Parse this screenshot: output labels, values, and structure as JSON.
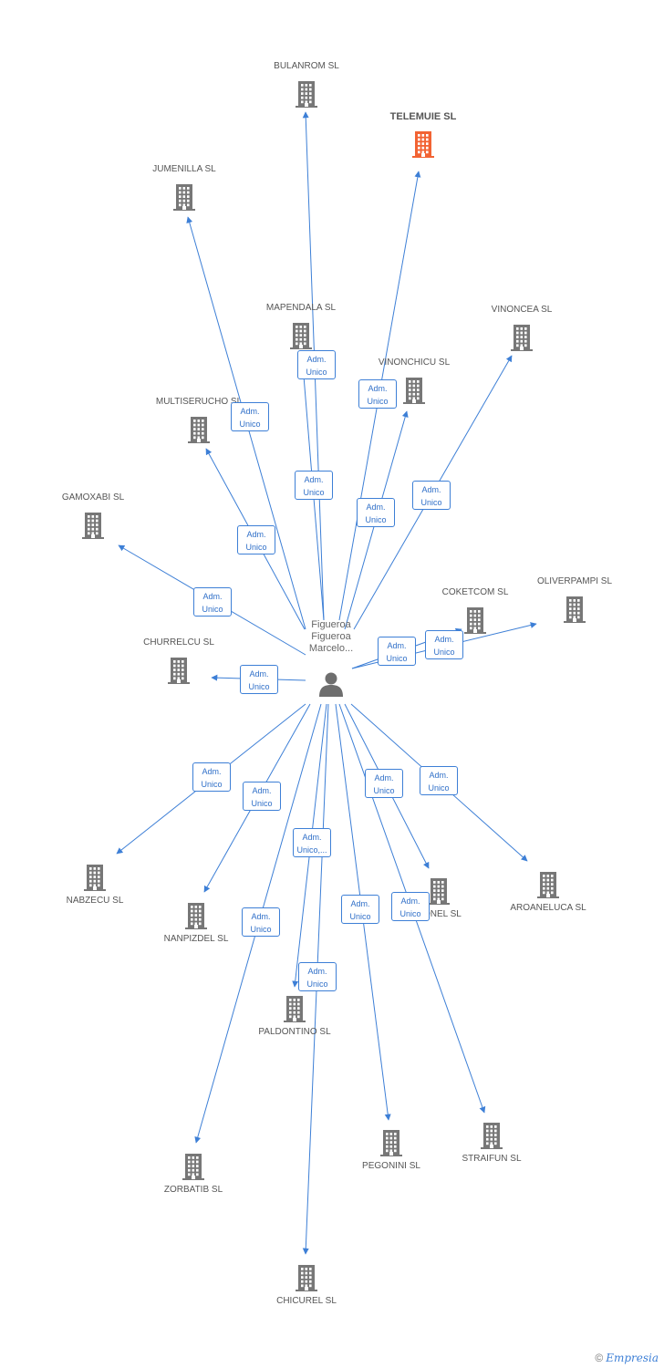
{
  "center": {
    "name_lines": [
      "Figueroa",
      "Figueroa",
      "Marcelo..."
    ],
    "icon": "person-icon"
  },
  "colors": {
    "edge": "#3d7fd6",
    "building": "#777777",
    "highlight": "#f26333"
  },
  "companies": [
    {
      "id": "bulanrom",
      "name": "BULANROM SL",
      "label_pos": "above"
    },
    {
      "id": "telemuie",
      "name": "TELEMUIE SL",
      "label_pos": "above",
      "highlight": true
    },
    {
      "id": "jumenilla",
      "name": "JUMENILLA SL",
      "label_pos": "above"
    },
    {
      "id": "mapendala",
      "name": "MAPENDALA SL",
      "label_pos": "above"
    },
    {
      "id": "vinoncea",
      "name": "VINONCEA SL",
      "label_pos": "above"
    },
    {
      "id": "vinonchicu",
      "name": "VINONCHICU SL",
      "label_pos": "above"
    },
    {
      "id": "multiserucho",
      "name": "MULTISERUCHO SL",
      "label_pos": "above"
    },
    {
      "id": "gamoxabi",
      "name": "GAMOXABI SL",
      "label_pos": "above"
    },
    {
      "id": "coketcom",
      "name": "COKETCOM SL",
      "label_pos": "above"
    },
    {
      "id": "oliverpampi",
      "name": "OLIVERPAMPI SL",
      "label_pos": "above"
    },
    {
      "id": "churrelcu",
      "name": "CHURRELCU SL",
      "label_pos": "above"
    },
    {
      "id": "nabzecu",
      "name": "NABZECU SL",
      "label_pos": "below"
    },
    {
      "id": "nanpizdel",
      "name": "NANPIZDEL SL",
      "label_pos": "below"
    },
    {
      "id": "gonel",
      "name": "GONEL SL",
      "label_pos": "below"
    },
    {
      "id": "aroaneluca",
      "name": "AROANELUCA SL",
      "label_pos": "below"
    },
    {
      "id": "paldontino",
      "name": "PALDONTINO SL",
      "label_pos": "below"
    },
    {
      "id": "pegonini",
      "name": "PEGONINI SL",
      "label_pos": "below"
    },
    {
      "id": "straifun",
      "name": "STRAIFUN SL",
      "label_pos": "below"
    },
    {
      "id": "zorbatib",
      "name": "ZORBATIB SL",
      "label_pos": "below"
    },
    {
      "id": "chicurel",
      "name": "CHICUREL SL",
      "label_pos": "below"
    }
  ],
  "relations": [
    {
      "target": "bulanrom",
      "label": [
        "Adm.",
        "Unico"
      ]
    },
    {
      "target": "telemuie",
      "label": [
        "Adm.",
        "Unico"
      ]
    },
    {
      "target": "jumenilla",
      "label": [
        "Adm.",
        "Unico"
      ]
    },
    {
      "target": "mapendala",
      "label": [
        "Adm.",
        "Unico"
      ]
    },
    {
      "target": "vinoncea",
      "label": [
        "Adm.",
        "Unico"
      ]
    },
    {
      "target": "vinonchicu",
      "label": [
        "Adm.",
        "Unico"
      ]
    },
    {
      "target": "multiserucho",
      "label": [
        "Adm.",
        "Unico"
      ]
    },
    {
      "target": "gamoxabi",
      "label": [
        "Adm.",
        "Unico"
      ]
    },
    {
      "target": "coketcom",
      "label": [
        "Adm.",
        "Unico"
      ]
    },
    {
      "target": "oliverpampi",
      "label": [
        "Adm.",
        "Unico"
      ]
    },
    {
      "target": "churrelcu",
      "label": [
        "Adm.",
        "Unico"
      ]
    },
    {
      "target": "nabzecu",
      "label": [
        "Adm.",
        "Unico"
      ]
    },
    {
      "target": "nanpizdel",
      "label": [
        "Adm.",
        "Unico"
      ]
    },
    {
      "target": "gonel",
      "label": [
        "Adm.",
        "Unico"
      ]
    },
    {
      "target": "aroaneluca",
      "label": [
        "Adm.",
        "Unico"
      ]
    },
    {
      "target": "paldontino",
      "label": [
        "Adm.",
        "Unico,..."
      ]
    },
    {
      "target": "pegonini",
      "label": [
        "Adm.",
        "Unico"
      ]
    },
    {
      "target": "straifun",
      "label": [
        "Adm.",
        "Unico"
      ]
    },
    {
      "target": "zorbatib",
      "label": [
        "Adm.",
        "Unico"
      ]
    },
    {
      "target": "chicurel",
      "label": [
        "Adm.",
        "Unico"
      ]
    }
  ],
  "footer": {
    "copyright": "©",
    "brand": "Empresia",
    "icon": "copyright-icon"
  }
}
